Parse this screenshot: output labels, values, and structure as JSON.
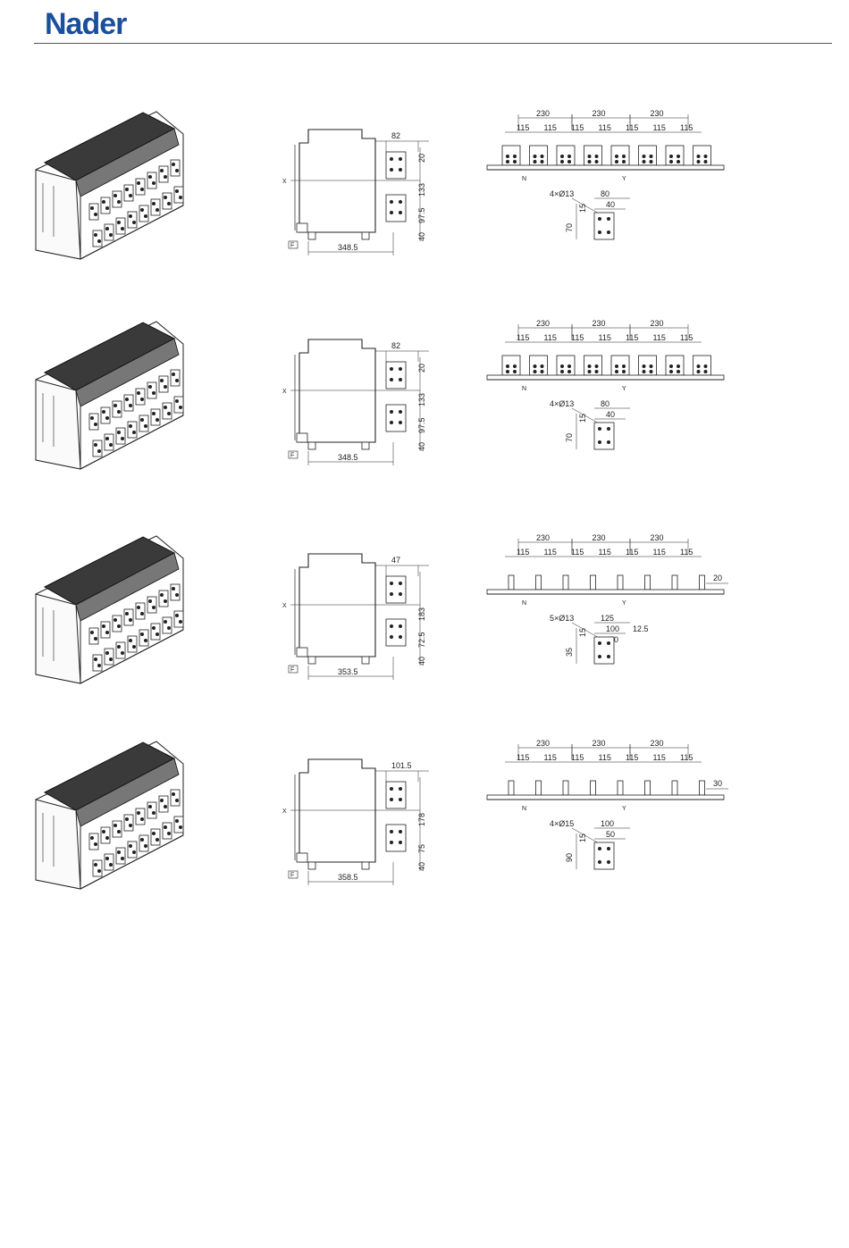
{
  "brand": {
    "logo_text": "Nader",
    "color": "#1b4f9c"
  },
  "common_labels": {
    "x_axis": "X",
    "frame": "F",
    "neutral": "N",
    "y_axis": "Y"
  },
  "rows": [
    {
      "side_view": {
        "terminal_width": "82",
        "dim_a": "20",
        "dim_b": "133",
        "dim_c": "97.5",
        "dim_d": "40",
        "depth": "348.5"
      },
      "top_view": {
        "pitch": [
          "230",
          "230",
          "230"
        ],
        "spacing": [
          "115",
          "115",
          "115",
          "115",
          "115",
          "115",
          "115"
        ],
        "side_dim": ""
      },
      "terminal_detail": {
        "holes": "4×Ø13",
        "width_outer": "80",
        "width_inner": "40",
        "height": "70",
        "offset": "15",
        "extra": ""
      }
    },
    {
      "side_view": {
        "terminal_width": "82",
        "dim_a": "20",
        "dim_b": "133",
        "dim_c": "97.5",
        "dim_d": "40",
        "depth": "348.5"
      },
      "top_view": {
        "pitch": [
          "230",
          "230",
          "230"
        ],
        "spacing": [
          "115",
          "115",
          "115",
          "115",
          "115",
          "115",
          "115"
        ],
        "side_dim": ""
      },
      "terminal_detail": {
        "holes": "4×Ø13",
        "width_outer": "80",
        "width_inner": "40",
        "height": "70",
        "offset": "15",
        "extra": ""
      }
    },
    {
      "side_view": {
        "terminal_width": "47",
        "dim_a": "",
        "dim_b": "183",
        "dim_c": "72.5",
        "dim_d": "40",
        "depth": "353.5"
      },
      "top_view": {
        "pitch": [
          "230",
          "230",
          "230"
        ],
        "spacing": [
          "115",
          "115",
          "115",
          "115",
          "115",
          "115",
          "115"
        ],
        "side_dim": "20"
      },
      "terminal_detail": {
        "holes": "5×Ø13",
        "width_outer": "125",
        "width_inner": "100",
        "width_third": "50",
        "height": "35",
        "offset": "15",
        "extra": "12.5"
      }
    },
    {
      "side_view": {
        "terminal_width": "101.5",
        "dim_a": "",
        "dim_b": "178",
        "dim_c": "75",
        "dim_d": "40",
        "depth": "358.5"
      },
      "top_view": {
        "pitch": [
          "230",
          "230",
          "230"
        ],
        "spacing": [
          "115",
          "115",
          "115",
          "115",
          "115",
          "115",
          "115"
        ],
        "side_dim": "30"
      },
      "terminal_detail": {
        "holes": "4×Ø15",
        "width_outer": "100",
        "width_inner": "50",
        "height": "90",
        "offset": "15",
        "extra": ""
      }
    }
  ]
}
